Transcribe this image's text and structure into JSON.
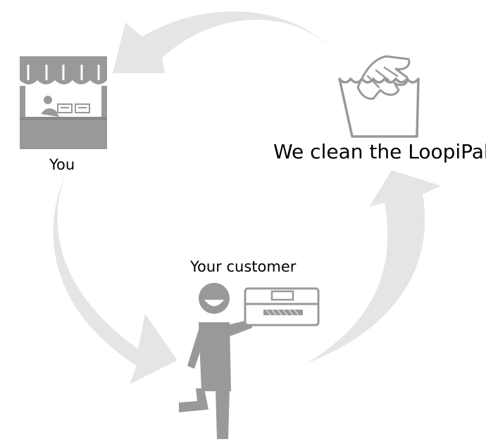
{
  "labels": {
    "you": "You",
    "customer": "Your customer",
    "clean": "We clean the LoopiPak"
  },
  "colors": {
    "arrow": "#e5e5e5",
    "icon": "#999999",
    "icon_dark": "#8a8a8a"
  },
  "icons": {
    "shop": "market-stall-icon",
    "washing": "hand-wash-icon",
    "customer": "person-holding-box-icon",
    "box": "loopipak-container-icon"
  }
}
